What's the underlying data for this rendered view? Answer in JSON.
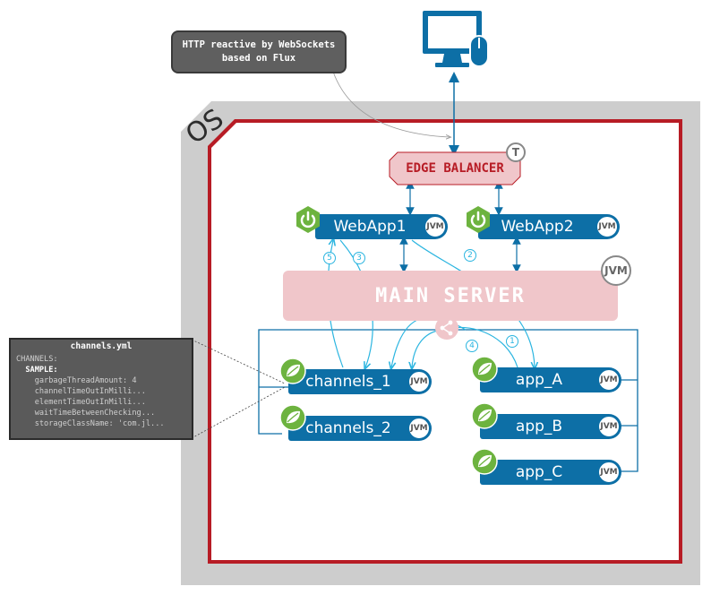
{
  "os_label": "OS",
  "callout": {
    "line1": "HTTP reactive by WebSockets",
    "line2": "based on Flux"
  },
  "edge_balancer": {
    "label": "EDGE BALANCER",
    "badge": "T"
  },
  "main_server": {
    "label": "MAIN SERVER",
    "badge": "JVM"
  },
  "webapps": [
    {
      "label": "WebApp1",
      "jvm": "JVM"
    },
    {
      "label": "WebApp2",
      "jvm": "JVM"
    }
  ],
  "services": {
    "channels_1": {
      "label": "channels_1",
      "jvm": "JVM"
    },
    "channels_2": {
      "label": "channels_2",
      "jvm": "JVM"
    },
    "app_a": {
      "label": "app_A",
      "jvm": "JVM"
    },
    "app_b": {
      "label": "app_B",
      "jvm": "JVM"
    },
    "app_c": {
      "label": "app_C",
      "jvm": "JVM"
    }
  },
  "flow_numbers": [
    "1",
    "2",
    "3",
    "4",
    "5"
  ],
  "yaml": {
    "title": "channels.yml",
    "lines": [
      "CHANNELS:",
      "  SAMPLE:",
      "    garbageThreadAmount: 4",
      "    channelTimeOutInMilli...",
      "    elementTimeOutInMilli...",
      "    waitTimeBetweenChecking...",
      "    storageClassName: 'com.jl..."
    ]
  },
  "colors": {
    "accent_blue": "#0d6fa6",
    "flow_cyan": "#2bb5e0",
    "os_red": "#b71c25",
    "pink": "#f0c6ca",
    "spring_green": "#6db33f"
  }
}
